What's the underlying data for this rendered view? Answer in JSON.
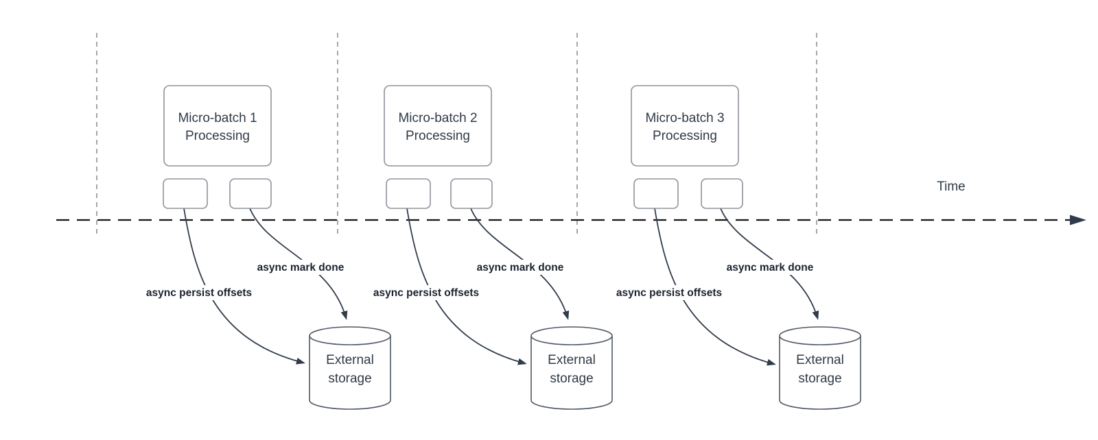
{
  "diagram": {
    "time_axis_label": "Time",
    "groups": [
      {
        "box_line1": "Micro-batch 1",
        "box_line2": "Processing",
        "persist_label": "async persist offsets",
        "done_label": "async mark done",
        "storage_line1": "External",
        "storage_line2": "storage"
      },
      {
        "box_line1": "Micro-batch 2",
        "box_line2": "Processing",
        "persist_label": "async persist offsets",
        "done_label": "async mark done",
        "storage_line1": "External",
        "storage_line2": "storage"
      },
      {
        "box_line1": "Micro-batch 3",
        "box_line2": "Processing",
        "persist_label": "async persist offsets",
        "done_label": "async mark done",
        "storage_line1": "External",
        "storage_line2": "storage"
      }
    ]
  },
  "colors": {
    "guide_line": "#a6a6a6",
    "timeline": "#161616",
    "shape_border": "#8d939b",
    "storage_border": "#4f5864",
    "arrow": "#303c4b",
    "text": "#2f3a47",
    "label_text": "#1a222e"
  }
}
